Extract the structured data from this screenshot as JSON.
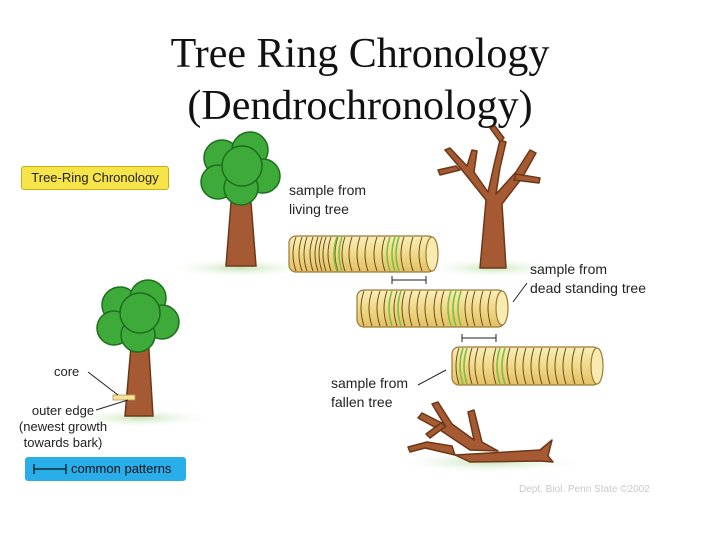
{
  "title": {
    "line1": "Tree Ring Chronology",
    "line2": "(Dendrochronology)"
  },
  "labels": {
    "chronology_badge": "Tree-Ring Chronology",
    "living_tree": [
      "sample from",
      "living tree"
    ],
    "dead_standing_tree": [
      "sample from",
      "dead standing tree"
    ],
    "fallen_tree": [
      "sample from",
      "fallen tree"
    ],
    "core": "core",
    "outer_edge": [
      "outer edge",
      "(newest growth",
      "towards bark)"
    ],
    "common_patterns": "common patterns"
  },
  "credit": "Dept. Biol. Penn State ©2002",
  "colors": {
    "foliage": "#3daa3a",
    "trunk": "#a65a33",
    "core_fill": "#f3e39b",
    "common_ring": "#7bbf3f",
    "badge_yellow": "#f6e44a",
    "badge_blue": "#29aeea"
  }
}
